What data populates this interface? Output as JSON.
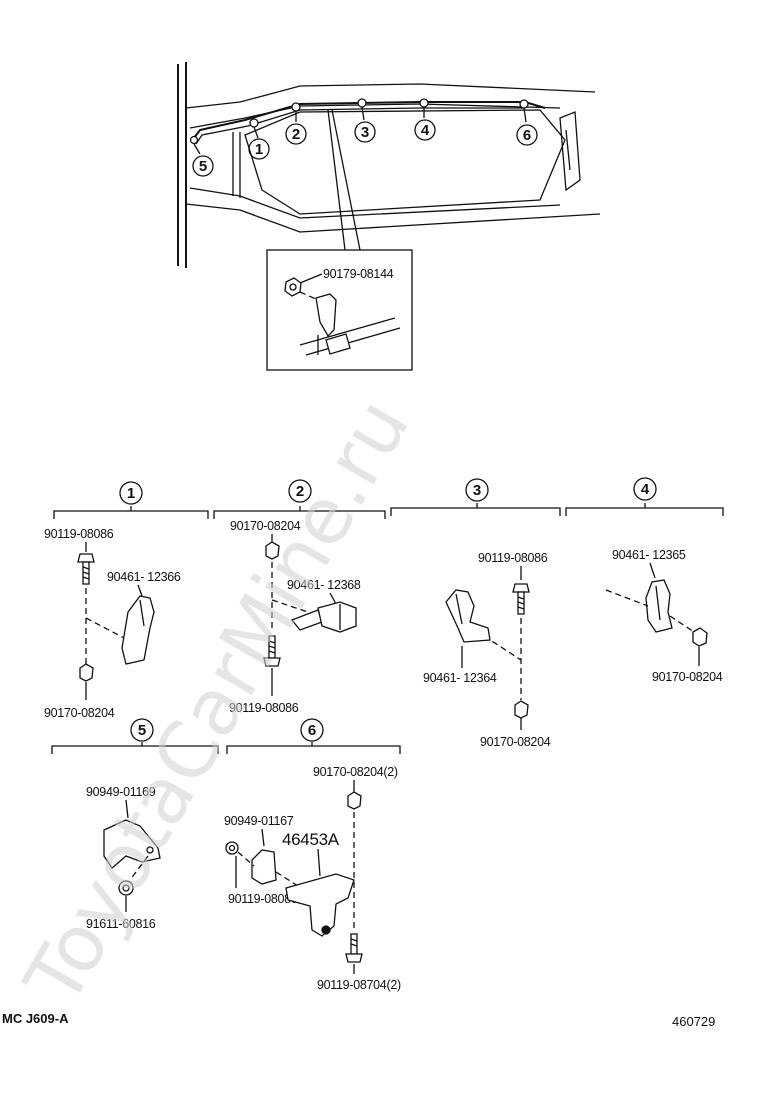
{
  "watermark": "ToyotaCarMine.ru",
  "diagram_code": "MC J609-A",
  "illustration_number": "460729",
  "overview": {
    "callouts": [
      "1",
      "2",
      "3",
      "4",
      "5",
      "6"
    ],
    "detail_part": "90179-08144"
  },
  "groups": [
    {
      "number": "1",
      "parts": [
        "90119-08086",
        "90461- 12366",
        "90170-08204"
      ]
    },
    {
      "number": "2",
      "parts": [
        "90170-08204",
        "90461- 12368",
        "90119-08086"
      ]
    },
    {
      "number": "3",
      "parts": [
        "90119-08086",
        "90461- 12364",
        "90170-08204"
      ]
    },
    {
      "number": "4",
      "parts": [
        "90461- 12365",
        "90170-08204"
      ]
    },
    {
      "number": "5",
      "parts": [
        "90949-01169",
        "91611-60816"
      ]
    },
    {
      "number": "6",
      "parts": [
        "90170-08204(2)",
        "90949-01167",
        "46453A",
        "90119-08086",
        "90119-08704(2)"
      ]
    }
  ]
}
